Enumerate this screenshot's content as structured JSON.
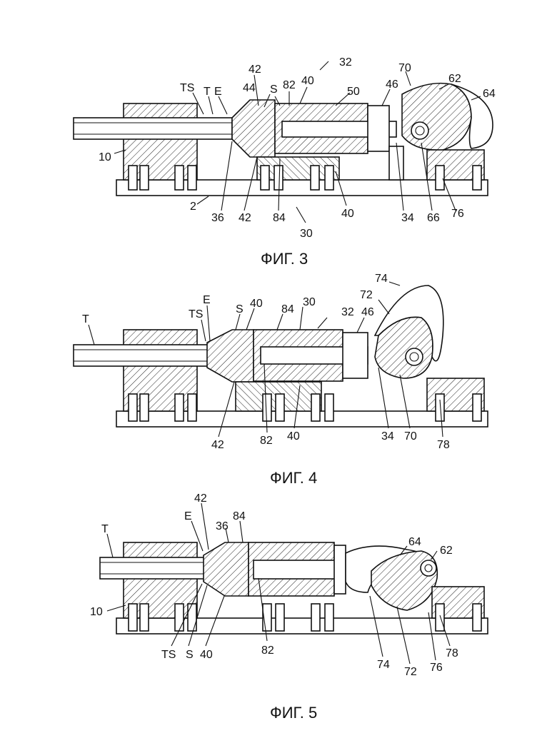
{
  "figures": [
    {
      "caption": "ФИГ. 3",
      "labels": [
        "TS",
        "T",
        "E",
        "44",
        "42",
        "S",
        "82",
        "40",
        "32",
        "50",
        "46",
        "70",
        "62",
        "64",
        "10",
        "2",
        "36",
        "42",
        "84",
        "30",
        "40",
        "34",
        "66",
        "76"
      ]
    },
    {
      "caption": "ФИГ. 4",
      "labels": [
        "T",
        "E",
        "TS",
        "S",
        "40",
        "84",
        "30",
        "32",
        "46",
        "72",
        "74",
        "42",
        "82",
        "40",
        "34",
        "70",
        "78"
      ]
    },
    {
      "caption": "ФИГ. 5",
      "labels": [
        "42",
        "E",
        "36",
        "84",
        "64",
        "62",
        "T",
        "10",
        "TS",
        "S",
        "40",
        "82",
        "74",
        "72",
        "76",
        "78"
      ]
    }
  ]
}
